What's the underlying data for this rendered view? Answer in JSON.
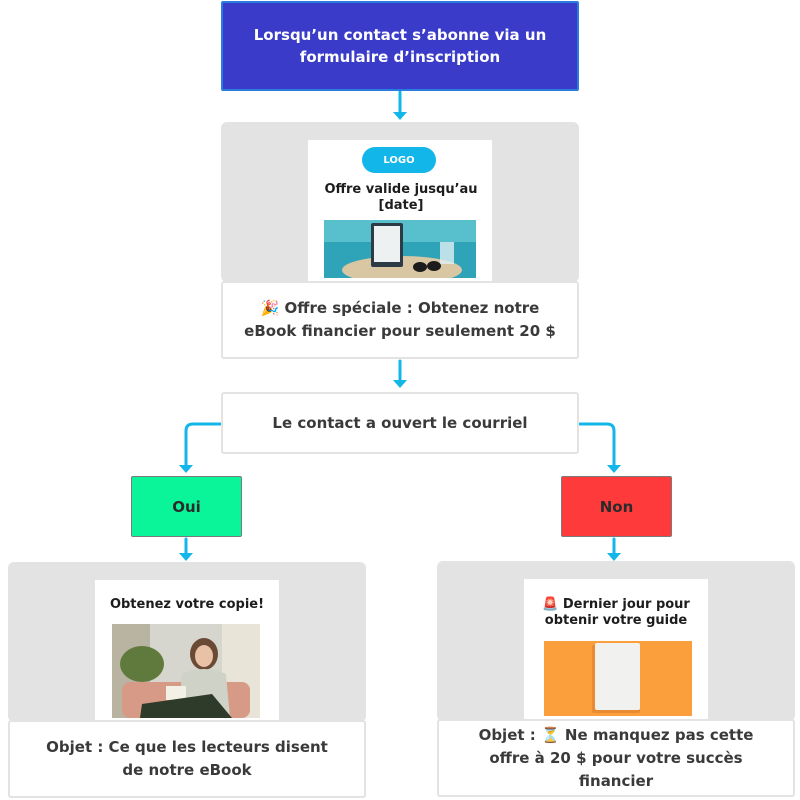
{
  "trigger": {
    "text": "Lorsqu’un contact s’abonne via un formulaire d’inscription"
  },
  "email1": {
    "logo_label": "LOGO",
    "preview_title": "Offre valide jusqu’au [date]",
    "subject_icon": "party-popper-icon",
    "subject_glyph": "🎉",
    "subject": "Offre spéciale : Obtenez notre eBook financier pour seulement 20 $"
  },
  "decision": {
    "text": "Le contact a ouvert le courriel"
  },
  "branches": {
    "yes_label": "Oui",
    "no_label": "Non"
  },
  "email_yes": {
    "preview_title": "Obtenez votre copie!",
    "subject": "Objet : Ce que les lecteurs disent de notre eBook"
  },
  "email_no": {
    "title_icon": "siren-icon",
    "title_glyph": "🚨",
    "preview_title": "Dernier jour pour obtenir votre guide",
    "subject_prefix": "Objet :",
    "subject_icon": "hourglass-icon",
    "subject_glyph": "⏳",
    "subject_rest": "Ne manquez pas cette offre à 20 $ pour votre succès financier"
  },
  "colors": {
    "trigger_bg": "#3b3bc9",
    "connector": "#13b6e8",
    "yes": "#0af59a",
    "no": "#ff3a3a",
    "logo_pill": "#13b6e8",
    "panel_gray": "#e3e3e3"
  }
}
